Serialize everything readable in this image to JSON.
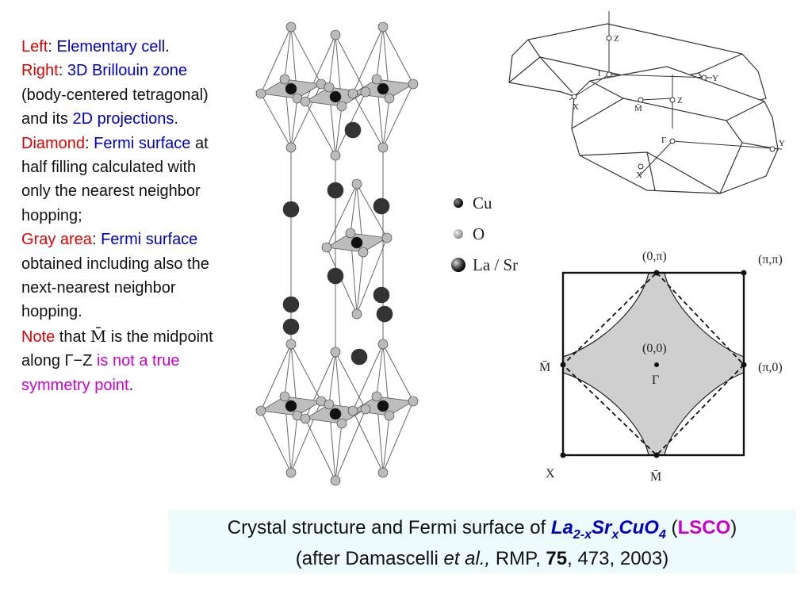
{
  "left_text": {
    "left_label": "Left",
    "left_colon": ": ",
    "left_desc": "Elementary cell",
    "left_end": ".",
    "right_label": "Right",
    "right_colon": ": ",
    "right_desc": "3D Brillouin zone",
    "right_rest": " (body-centered tetragonal) and its ",
    "right_desc2": "2D projections",
    "right_end": ".",
    "diamond_label": "Diamond",
    "diamond_colon": ": ",
    "diamond_desc": "Fermi surface",
    "diamond_rest": " at half filling calculated with only the nearest neighbor hopping;",
    "gray_label": "Gray area",
    "gray_colon": ": ",
    "gray_desc": "Fermi surface",
    "gray_rest": " obtained including also the next-nearest neighbor hopping.",
    "note_label": "Note",
    "note_that": " that ",
    "note_symbol": "M̄",
    "note_rest": " is the midpoint along Γ−Z ",
    "note_magenta": "is not a true symmetry point",
    "note_end": "."
  },
  "legend": {
    "cu": "Cu",
    "o": "O",
    "la": "La / Sr"
  },
  "bz_labels": {
    "z_top": "Z",
    "gamma_top": "Γ",
    "y_top": "Y",
    "x_top": "X",
    "m_top": "M̄",
    "z_mid": "Z",
    "gamma_bot": "Γ",
    "y_bot": "Y",
    "x_bot": "X"
  },
  "fermi_labels": {
    "zero_pi": "(0,π)",
    "pi_pi": "(π,π)",
    "zero_zero": "(0,0)",
    "gamma": "Γ",
    "pi_zero": "(π,0)",
    "m_left": "M̄",
    "m_bottom": "M̄",
    "x_corner": "X"
  },
  "caption": {
    "line1_a": "Crystal structure and Fermi surface of ",
    "formula_la": "La",
    "formula_la_sub": "2-x",
    "formula_sr": "Sr",
    "formula_sr_sub": "x",
    "formula_cuo": "CuO",
    "formula_cuo_sub": "4",
    "open_paren": " (",
    "lsco": "LSCO",
    "close_paren": ")",
    "line2_a": "(after Damascelli ",
    "et_al": "et al.,",
    "line2_b": " RMP, ",
    "volume": "75",
    "line2_c": ", 473, 2003)"
  },
  "colors": {
    "red": "#e00000",
    "blue": "#0000c8",
    "magenta": "#cc00cc",
    "caption_bg": "#eefbfd",
    "fermi_gray": "#cfcfcf"
  }
}
